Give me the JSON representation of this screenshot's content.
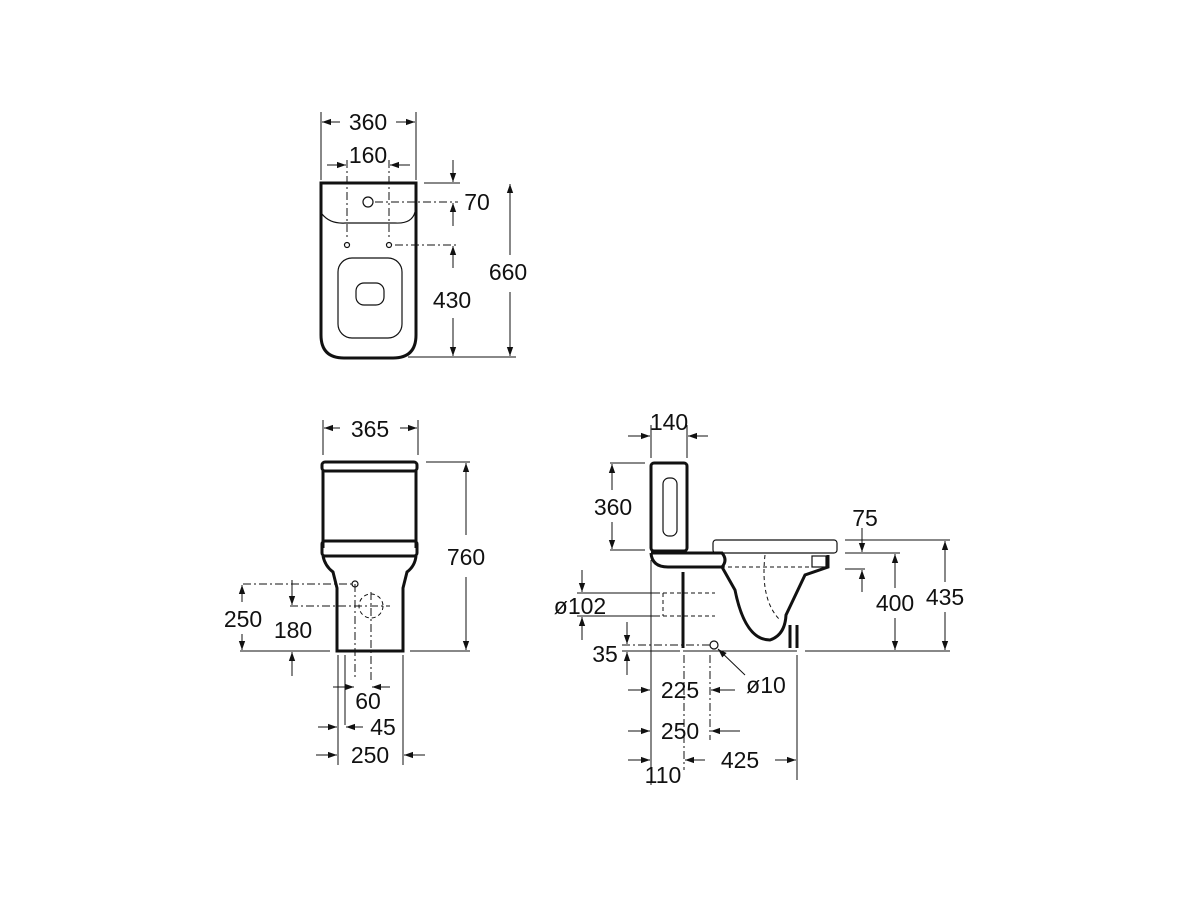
{
  "top_view": {
    "width": "360",
    "bolt_spacing": "160",
    "inlet_offset": "70",
    "bolt_to_front": "430",
    "depth": "660"
  },
  "front_view": {
    "width": "365",
    "height": "760",
    "outlet_height": "250",
    "outlet_center": "180",
    "offset_60": "60",
    "offset_45": "45",
    "base_width": "250"
  },
  "side_view": {
    "tank_depth": "140",
    "tank_height": "360",
    "seat_thickness": "75",
    "rim_height": "400",
    "seat_height": "435",
    "outlet_diameter": "ø102",
    "fixing_height": "35",
    "dim_225": "225",
    "fixing_diameter": "ø10",
    "dim_250": "250",
    "dim_110": "110",
    "base_depth": "425"
  }
}
